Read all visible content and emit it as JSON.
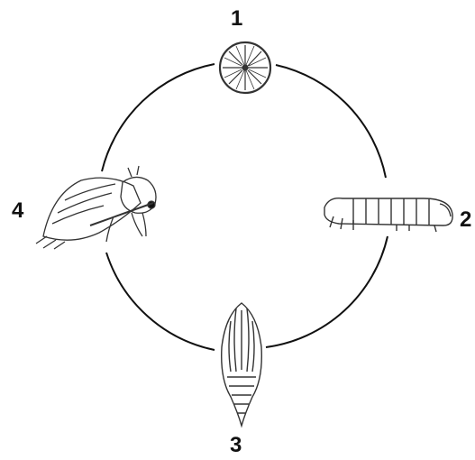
{
  "stages": [
    {
      "number": "1",
      "icon": "egg-icon"
    },
    {
      "number": "2",
      "icon": "larva-icon"
    },
    {
      "number": "3",
      "icon": "pupa-icon"
    },
    {
      "number": "4",
      "icon": "moth-icon"
    }
  ],
  "colors": {
    "line": "#111111",
    "background": "#ffffff",
    "drawing": "#333333"
  }
}
